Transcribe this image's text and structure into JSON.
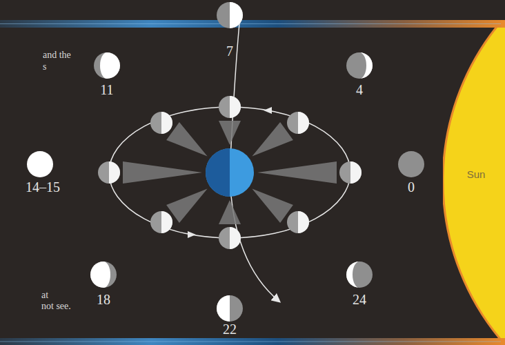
{
  "diagram": {
    "nodes": [
      {
        "text": [
          "Sun"
        ]
      }
    ],
    "labels": [
      "and the",
      "s",
      "7",
      "11",
      "4",
      "14–15",
      "0",
      "at",
      "not see.",
      "18",
      "22",
      "24"
    ]
  }
}
